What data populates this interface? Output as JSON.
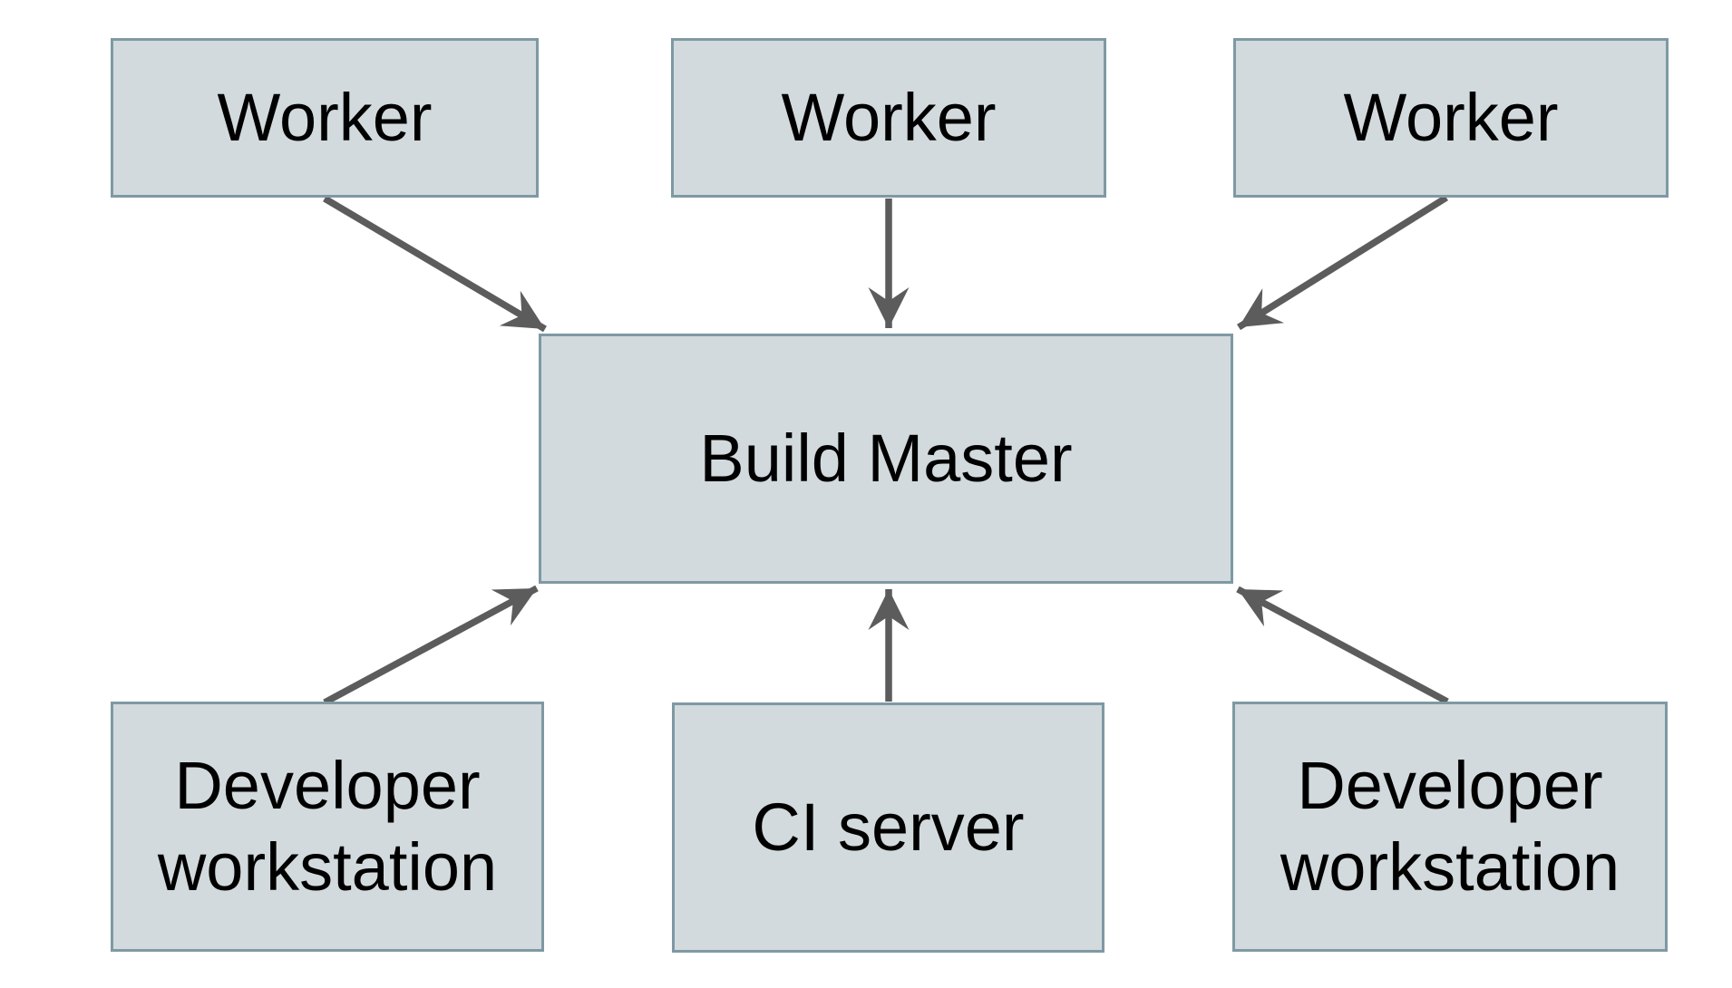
{
  "canvas": {
    "background": "#ffffff"
  },
  "diagram": {
    "type": "flow-diagram",
    "nodes": [
      {
        "id": "worker-left",
        "label": "Worker"
      },
      {
        "id": "worker-center",
        "label": "Worker"
      },
      {
        "id": "worker-right",
        "label": "Worker"
      },
      {
        "id": "build-master",
        "label": "Build Master"
      },
      {
        "id": "developer-workstation-left",
        "label": "Developer workstation"
      },
      {
        "id": "ci-server",
        "label": "CI server"
      },
      {
        "id": "developer-workstation-right",
        "label": "Developer workstation"
      }
    ],
    "edges": [
      {
        "from": "worker-left",
        "to": "build-master"
      },
      {
        "from": "worker-center",
        "to": "build-master"
      },
      {
        "from": "worker-right",
        "to": "build-master"
      },
      {
        "from": "developer-workstation-left",
        "to": "build-master"
      },
      {
        "from": "ci-server",
        "to": "build-master"
      },
      {
        "from": "developer-workstation-right",
        "to": "build-master"
      }
    ],
    "colors": {
      "bg": "#ffffff",
      "node_fill": "#d2dadd",
      "node_border": "#7e99a4",
      "arrow": "#5c5c5c",
      "text": "#000000"
    }
  }
}
